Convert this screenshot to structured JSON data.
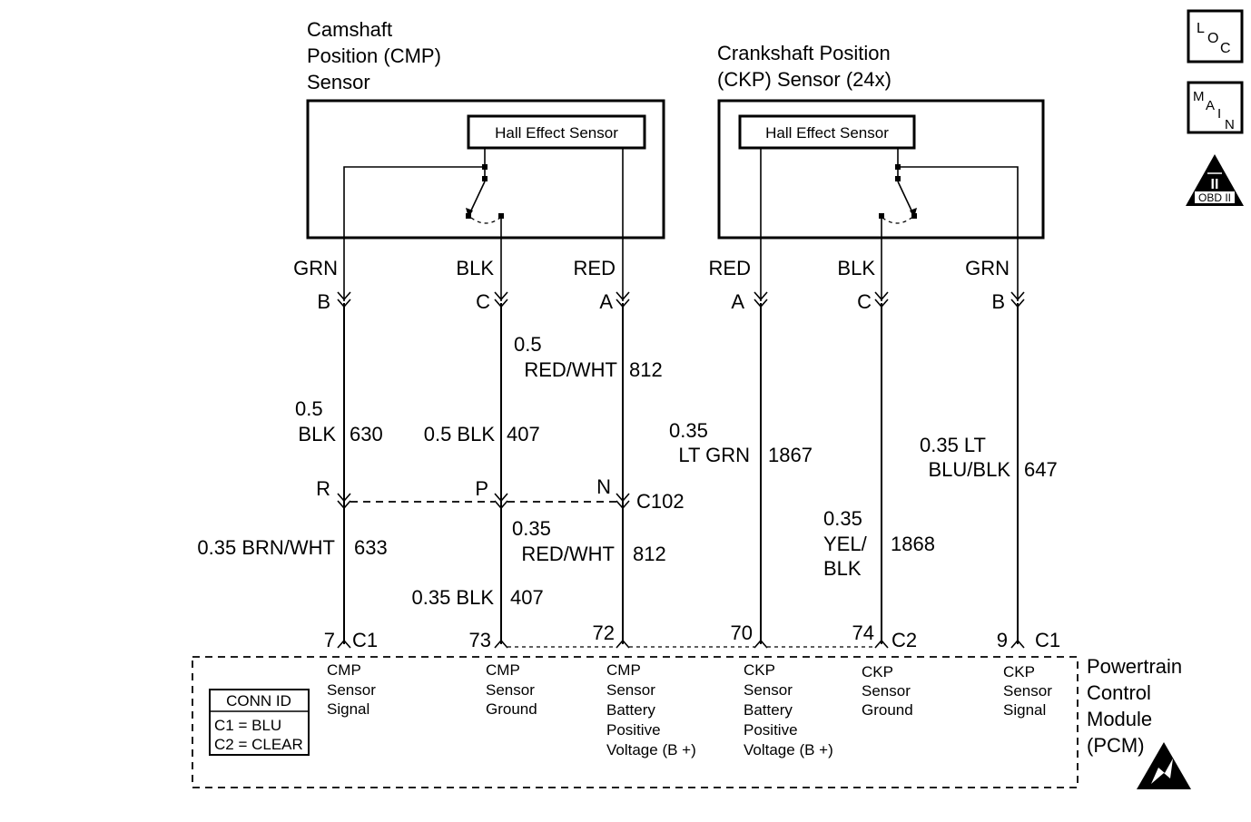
{
  "cmp_sensor": {
    "title_lines": [
      "Camshaft",
      "Position (CMP)",
      "Sensor"
    ],
    "inner_label": "Hall Effect Sensor"
  },
  "ckp_sensor": {
    "title_lines": [
      "Crankshaft Position",
      "(CKP) Sensor (24x)"
    ],
    "inner_label": "Hall Effect Sensor"
  },
  "icons": {
    "loc_letters": [
      "L",
      "O",
      "C"
    ],
    "main_letters": [
      "M",
      "A",
      "I",
      "N"
    ],
    "obd_numeral": "II",
    "obd_text": "OBD II",
    "loc_icon": "loc-icon",
    "main_icon": "main-icon",
    "obd_icon": "obd-ii-icon",
    "esd_icon": "esd-warning-icon"
  },
  "wires": {
    "cmp_grn": {
      "color": "GRN",
      "pin": "B",
      "size": "0.5",
      "color_code": "BLK",
      "circuit": "630",
      "c102_pin": "R",
      "lower": "0.35 BRN/WHT",
      "lower_circuit": "633",
      "pcm_pin": "7",
      "pcm_conn": "C1",
      "func": [
        "CMP",
        "Sensor",
        "Signal"
      ]
    },
    "cmp_blk": {
      "color": "BLK",
      "pin": "C",
      "upper": "0.5 BLK",
      "circuit": "407",
      "c102_pin": "P",
      "lower": "0.35 BLK",
      "lower_circuit": "407",
      "pcm_pin": "73",
      "func": [
        "CMP",
        "Sensor",
        "Ground"
      ]
    },
    "cmp_red": {
      "color": "RED",
      "pin": "A",
      "size": "0.5",
      "color_code": "RED/WHT",
      "circuit": "812",
      "c102_pin": "N",
      "connector": "C102",
      "lower_size": "0.35",
      "lower_code": "RED/WHT",
      "lower_circuit": "812",
      "pcm_pin": "72",
      "func": [
        "CMP",
        "Sensor",
        "Battery",
        "Positive",
        "Voltage (B +)"
      ]
    },
    "ckp_red": {
      "color": "RED",
      "pin": "A",
      "size": "0.35",
      "color_code": "LT GRN",
      "circuit": "1867",
      "pcm_pin": "70",
      "func": [
        "CKP",
        "Sensor",
        "Battery",
        "Positive",
        "Voltage (B +)"
      ]
    },
    "ckp_blk": {
      "color": "BLK",
      "pin": "C",
      "size": "0.35",
      "color_code_1": "YEL/",
      "color_code_2": "BLK",
      "circuit": "1868",
      "pcm_pin": "74",
      "pcm_conn": "C2",
      "func": [
        "CKP",
        "Sensor",
        "Ground"
      ]
    },
    "ckp_grn": {
      "color": "GRN",
      "pin": "B",
      "size_line": "0.35 LT",
      "color_code": "BLU/BLK",
      "circuit": "647",
      "pcm_pin": "9",
      "pcm_conn": "C1",
      "func": [
        "CKP",
        "Sensor",
        "Signal"
      ]
    }
  },
  "pcm": {
    "name_lines": [
      "Powertrain",
      "Control",
      "Module",
      "(PCM)"
    ]
  },
  "conn_id": {
    "title": "CONN ID",
    "c1": "C1 = BLU",
    "c2": "C2 = CLEAR"
  }
}
